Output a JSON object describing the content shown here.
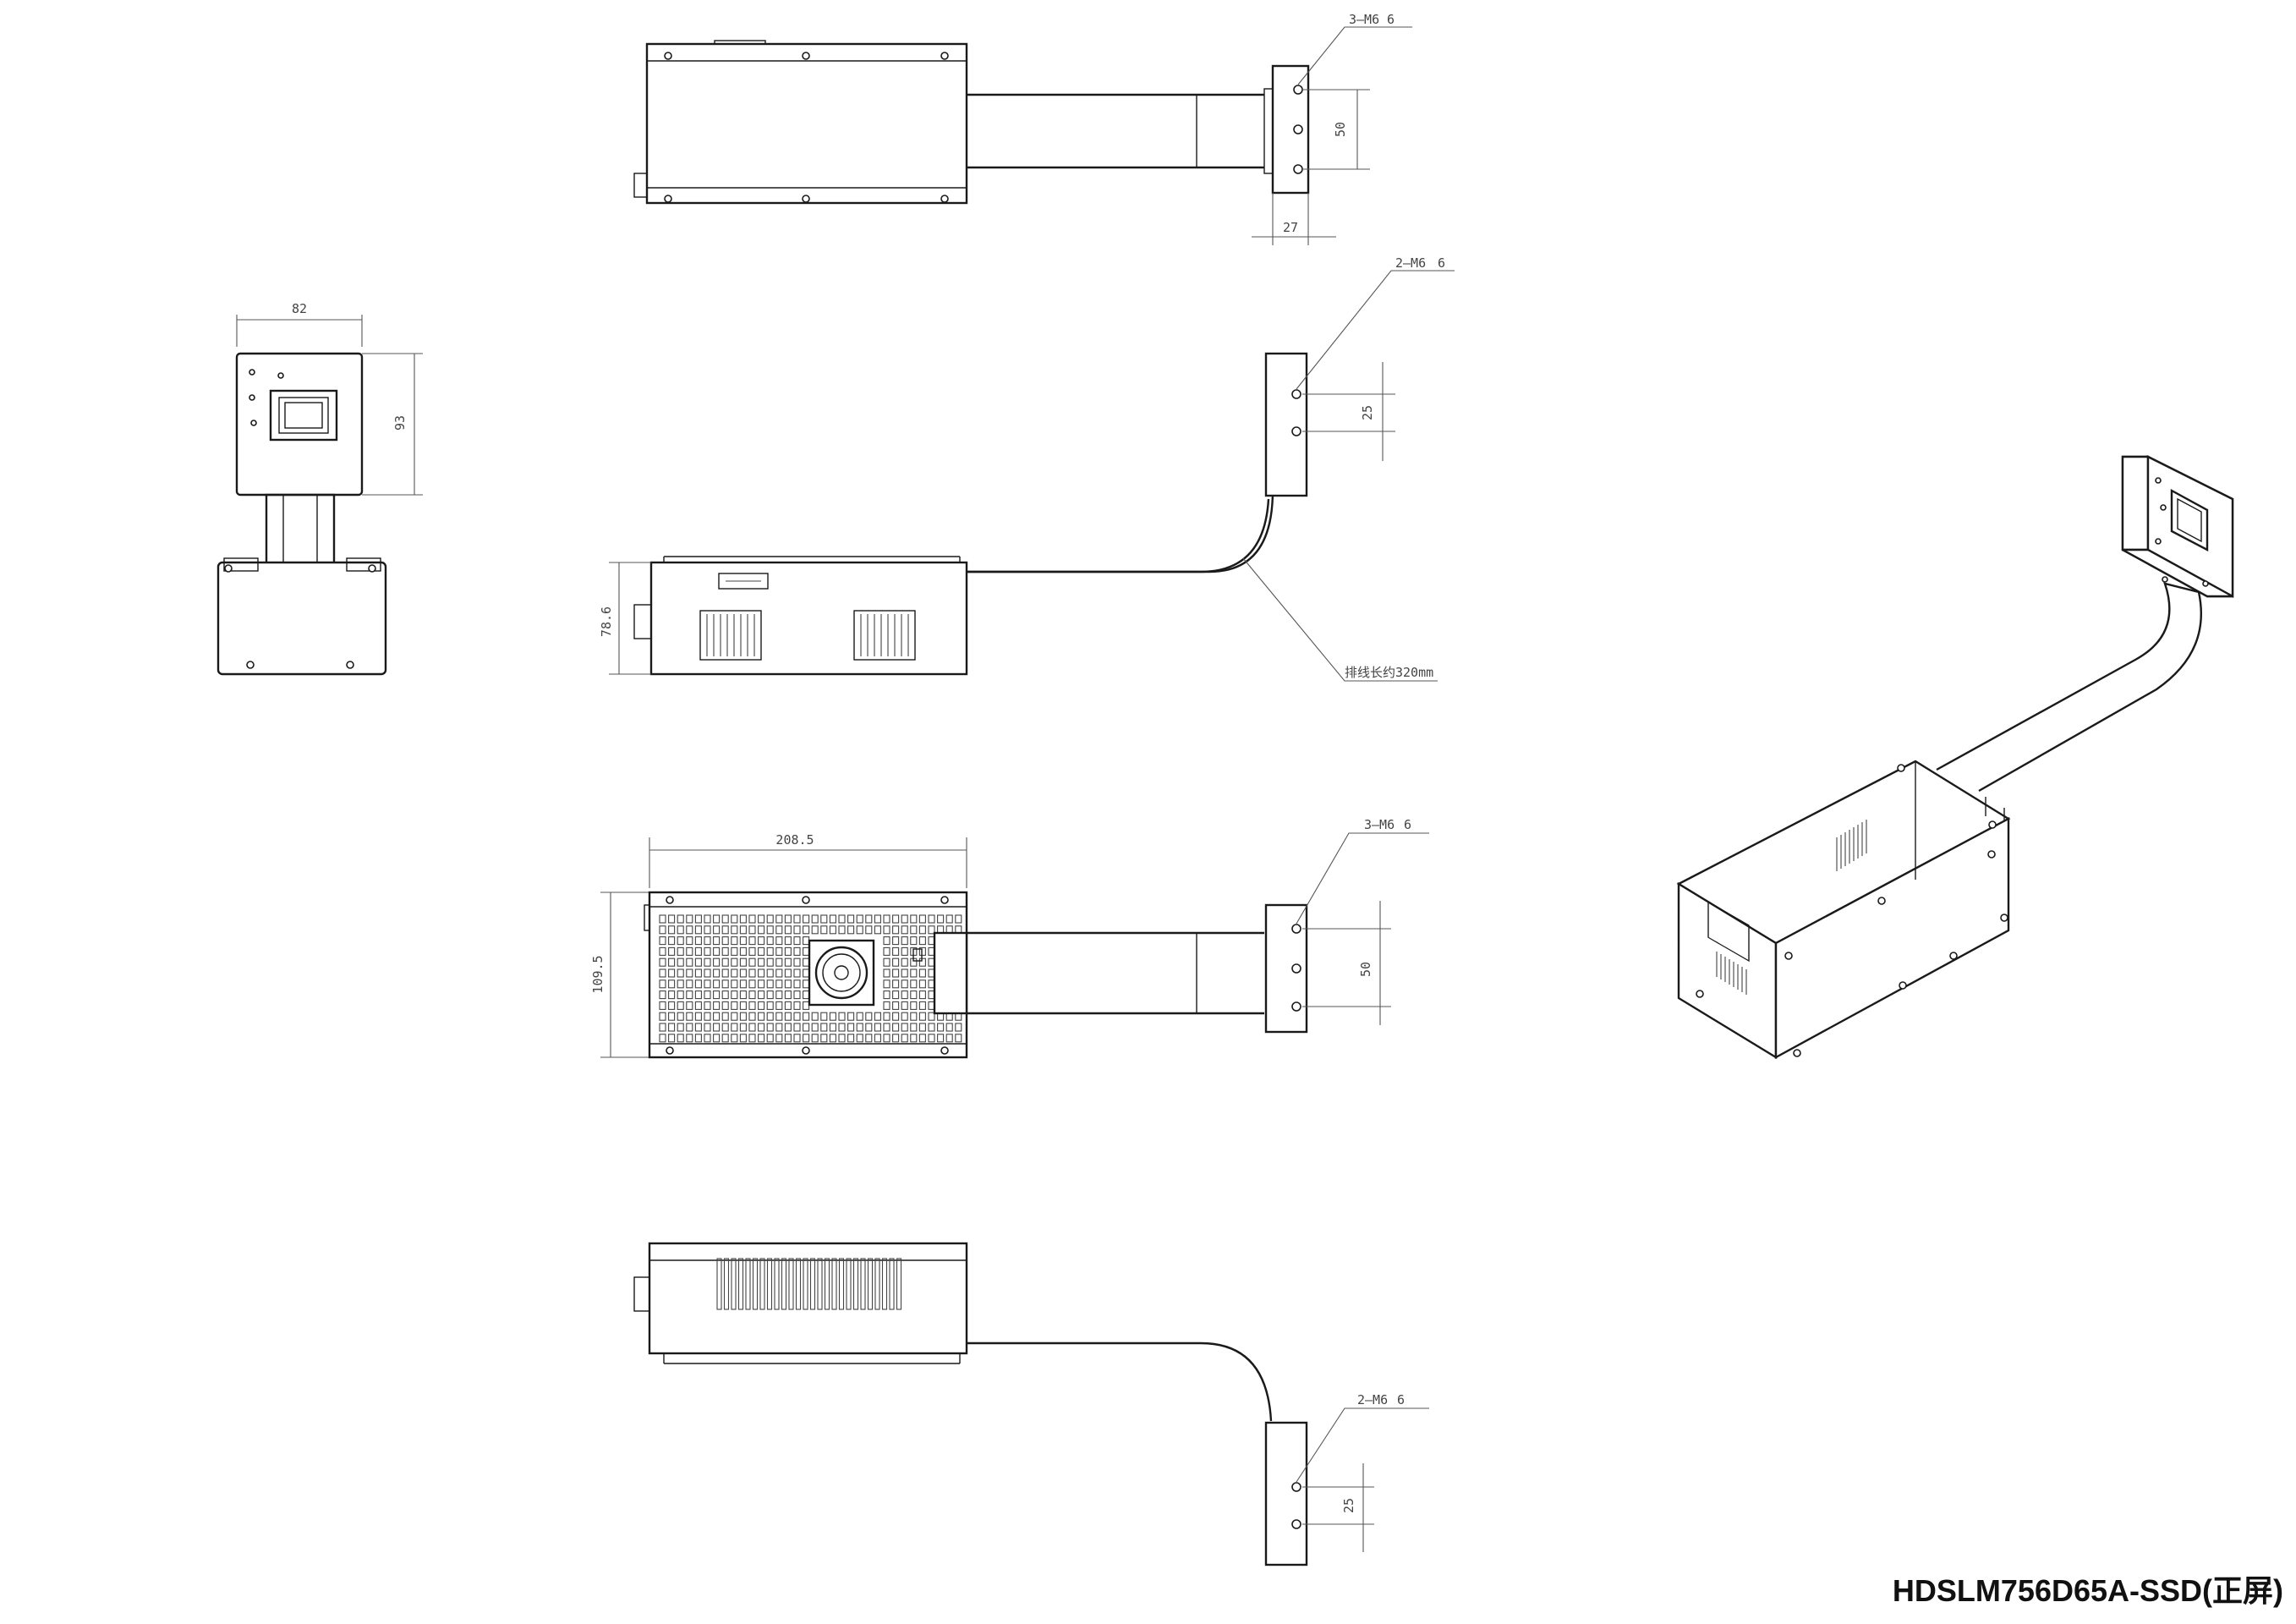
{
  "drawing": {
    "model_title": "HDSLM756D65A-SSD(正屏)",
    "labels": {
      "top_holes": "3—M6",
      "top_depth": "6",
      "top_spacing": "50",
      "top_offset": "27",
      "side_holes": "2—M6",
      "side_depth": "6",
      "side_spacing": "25",
      "side_height": "78.6",
      "cable_length": "排线长约320mm",
      "front_width": "82",
      "front_height": "93",
      "bottom_width": "208.5",
      "bottom_height": "109.5",
      "bottom_holes": "3—M6",
      "bottom_depth": "6",
      "bottom_spacing": "50",
      "back_holes": "2—M6",
      "back_depth": "6",
      "back_spacing": "25"
    }
  }
}
